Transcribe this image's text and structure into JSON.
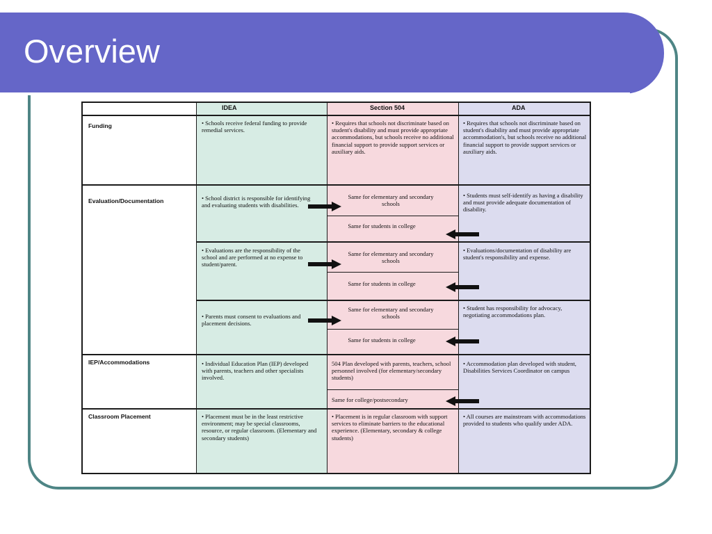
{
  "slide": {
    "title": "Overview"
  },
  "table": {
    "headers": {
      "idea": "IDEA",
      "section504": "Section 504",
      "ada": "ADA"
    },
    "funding": {
      "label": "Funding",
      "idea": "• Schools receive federal funding to provide remedial services.",
      "s504": "• Requires that schools not discriminate based on student's disability and must provide appropriate accommodations, but schools receive no additional financial support to provide support services or auxiliary aids.",
      "ada": "• Requires that schools not discriminate based on student's disability and must provide appropriate accommodation's, but schools receive no additional financial support to provide support services or auxiliary aids."
    },
    "evaluation": {
      "label": "Evaluation/Documentation",
      "row1": {
        "idea": "• School district is responsible for identifying and evaluating students with disabilities.",
        "s504_top": "Same for elementary and secondary schools",
        "s504_bottom": "Same for students in college",
        "ada": "• Students must self-identify as having a disability and must provide adequate documentation of disability."
      },
      "row2": {
        "idea": "• Evaluations are the responsibility of the school and are performed at no expense to student/parent.",
        "s504_top": "Same for elementary and secondary schools",
        "s504_bottom": "Same for students in college",
        "ada": "• Evaluations/documentation of disability are student's responsibility and expense."
      },
      "row3": {
        "idea": "• Parents must consent to evaluations and placement decisions.",
        "s504_top": "Same for elementary and secondary schools",
        "s504_bottom": "Same for students in college",
        "ada": "• Student has responsibility for advocacy, negotiating accommodations plan."
      }
    },
    "iep": {
      "label": "IEP/Accommodations",
      "idea": "• Individual Education Plan (IEP) developed with parents, teachers and other specialists involved.",
      "s504_top": "504 Plan developed with parents, teachers, school personnel involved (for elementary/secondary students)",
      "s504_bottom": "Same for college/postsecondary",
      "ada": "• Accommodation plan developed with student, Disabilities Services Coordinator on campus"
    },
    "placement": {
      "label": "Classroom Placement",
      "idea": "• Placement must be in the least restrictive environment; may be special classrooms, resource, or regular classroom. (Elementary and secondary students)",
      "s504": "• Placement is in regular classroom with support services to eliminate barriers to the educational experience. (Elementary, secondary & college students)",
      "ada": "• All courses are mainstream with accommodations provided to students who qualify under ADA."
    }
  },
  "colors": {
    "banner": "#6566c8",
    "frame": "#4e8585",
    "idea_bg": "#d7ece4",
    "s504_bg": "#f7d9de",
    "ada_bg": "#dcdcef"
  },
  "icons": {
    "right_arrow": "arrow-right-icon",
    "left_arrow": "arrow-left-icon"
  }
}
